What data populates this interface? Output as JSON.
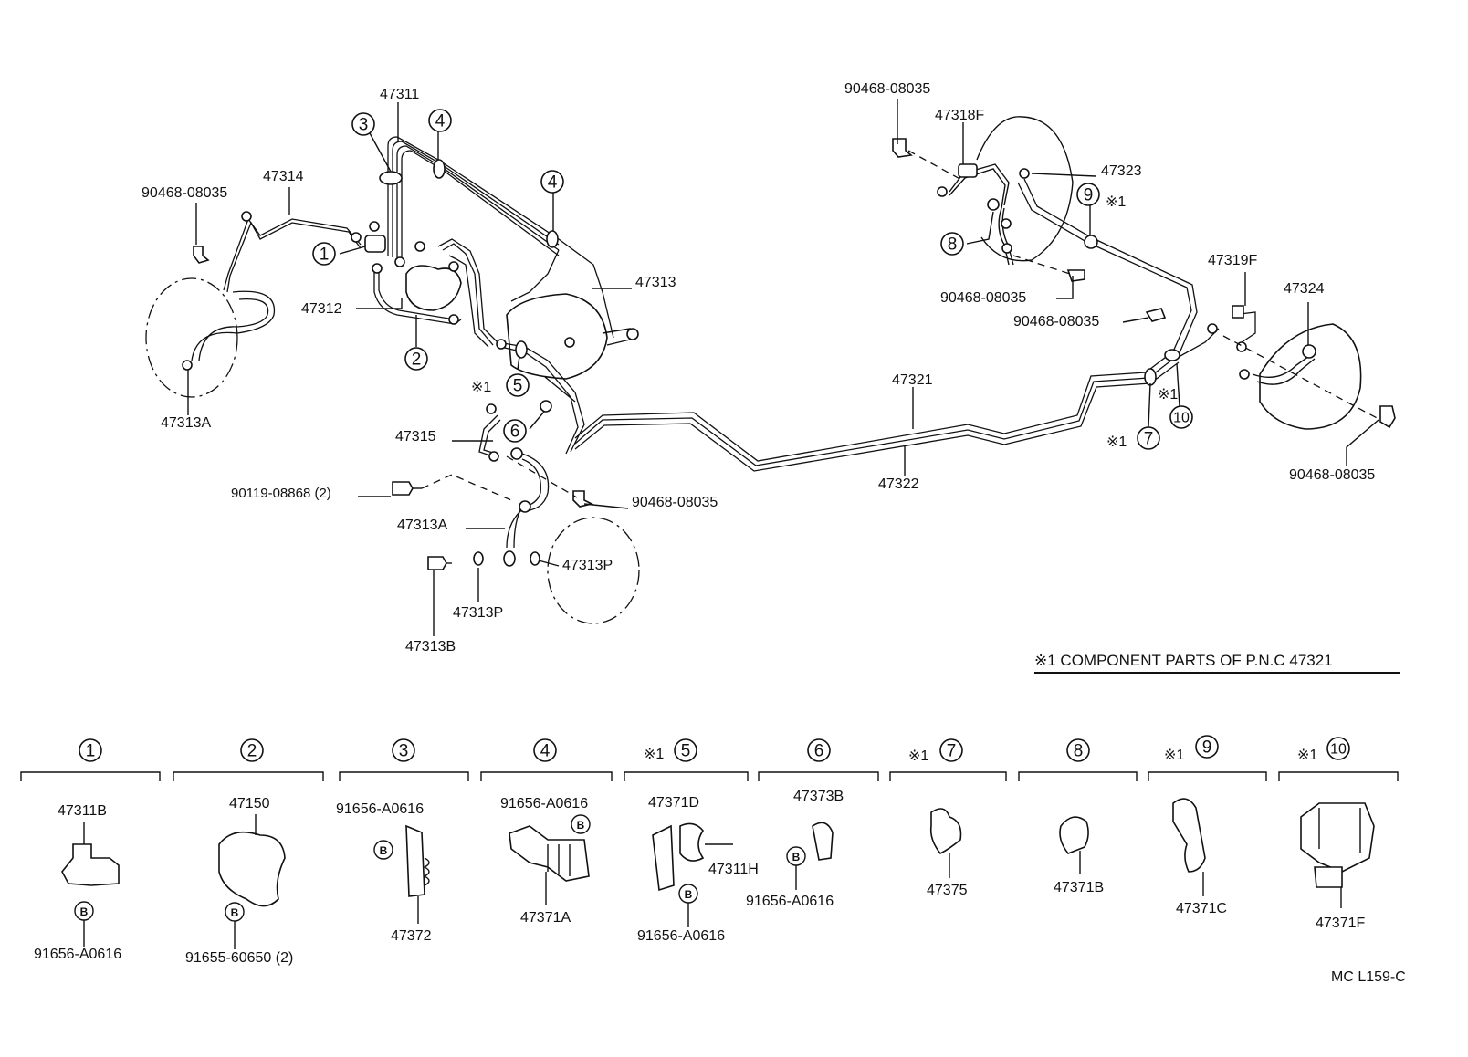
{
  "labels": {
    "p47311": "47311",
    "p47314": "47314",
    "p90468_a": "90468-08035",
    "p47312": "47312",
    "p47313": "47313",
    "p47313A_a": "47313A",
    "p47315": "47315",
    "p90119": "90119-08868 (2)",
    "p90468_b": "90468-08035",
    "p47313A_b": "47313A",
    "p47313P_a": "47313P",
    "p47313P_b": "47313P",
    "p47313B": "47313B",
    "p47321": "47321",
    "p47322": "47322",
    "p90468_c": "90468-08035",
    "p47318F": "47318F",
    "p47323": "47323",
    "p90468_d": "90468-08035",
    "p90468_e": "90468-08035",
    "p47319F": "47319F",
    "p47324": "47324",
    "p90468_f": "90468-08035"
  },
  "markers": {
    "m1": "1",
    "m2": "2",
    "m3": "3",
    "m4a": "4",
    "m4b": "4",
    "m5": "5",
    "m6": "6",
    "m7": "7",
    "m8": "8",
    "m9": "9",
    "m10": "10",
    "star_5": "※1",
    "star_9": "※1",
    "star_10": "※1",
    "star_7": "※1"
  },
  "note": "※1 COMPONENT  PARTS  OF  P.N.C 47321",
  "components": [
    {
      "num": "1",
      "star": "",
      "parts": [
        "47311B",
        "91656-A0616"
      ]
    },
    {
      "num": "2",
      "star": "",
      "parts": [
        "47150",
        "91655-60650 (2)"
      ]
    },
    {
      "num": "3",
      "star": "",
      "parts": [
        "91656-A0616",
        "47372"
      ]
    },
    {
      "num": "4",
      "star": "",
      "parts": [
        "91656-A0616",
        "47371A"
      ]
    },
    {
      "num": "5",
      "star": "※1",
      "parts": [
        "47371D",
        "47311H",
        "91656-A0616"
      ]
    },
    {
      "num": "6",
      "star": "",
      "parts": [
        "47373B",
        "91656-A0616"
      ]
    },
    {
      "num": "7",
      "star": "※1",
      "parts": [
        "47375"
      ]
    },
    {
      "num": "8",
      "star": "",
      "parts": [
        "47371B"
      ]
    },
    {
      "num": "9",
      "star": "※1",
      "parts": [
        "47371C"
      ]
    },
    {
      "num": "10",
      "star": "※1",
      "parts": [
        "47371F"
      ]
    }
  ],
  "bolt_marker": "B",
  "drawing_code": "MC  L159-C"
}
